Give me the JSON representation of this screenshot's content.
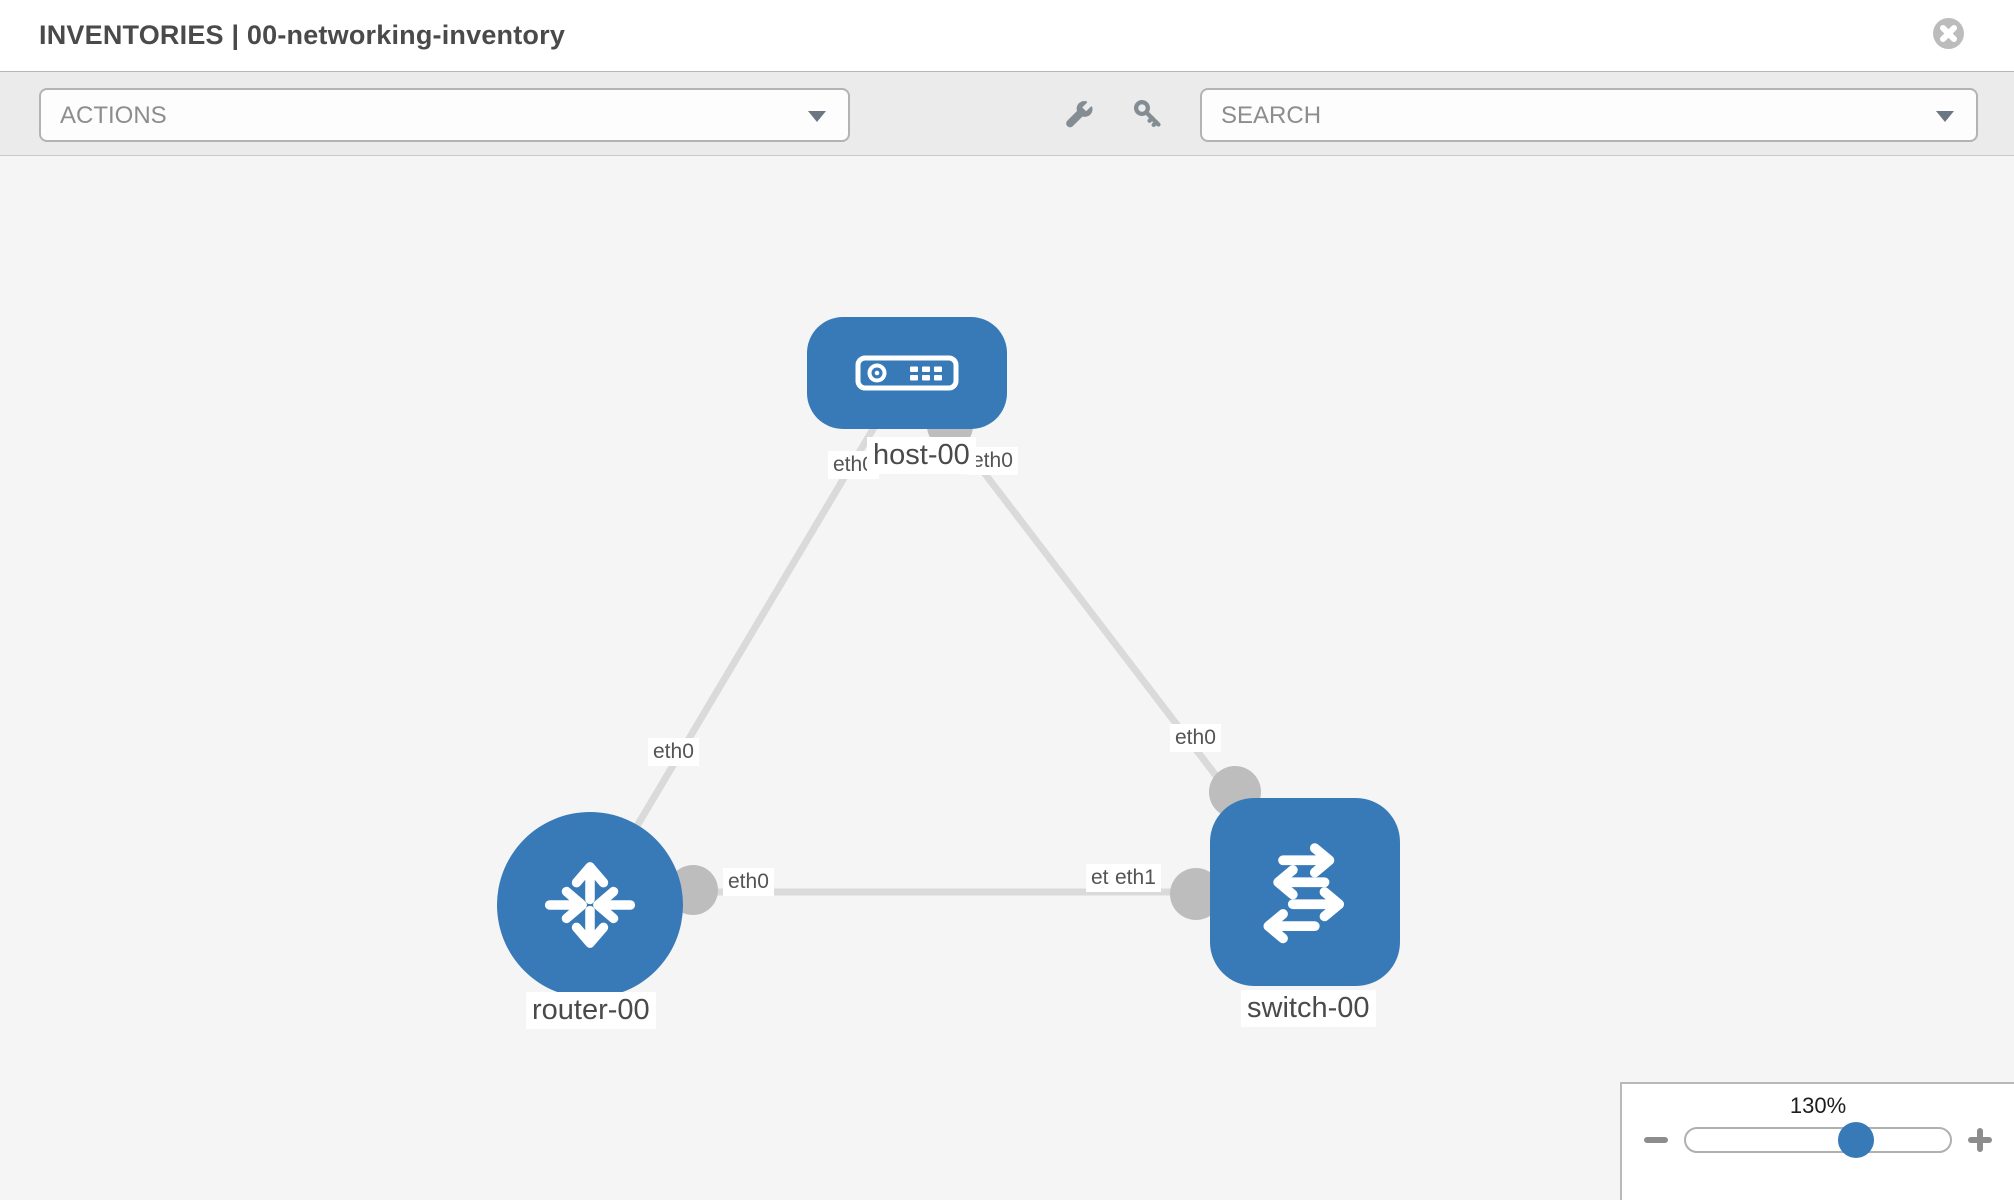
{
  "header": {
    "title": "INVENTORIES | 00-networking-inventory"
  },
  "toolbar": {
    "actions_label": "ACTIONS",
    "search_label": "SEARCH"
  },
  "graph": {
    "nodes": {
      "host": {
        "label": "host-00",
        "type": "host"
      },
      "router": {
        "label": "router-00",
        "type": "router"
      },
      "switch": {
        "label": "switch-00",
        "type": "switch"
      }
    },
    "links": [
      {
        "from": "host-00",
        "to": "router-00",
        "from_interface": "eth0",
        "to_interface": "eth0"
      },
      {
        "from": "host-00",
        "to": "switch-00",
        "from_interface": "eth0",
        "to_interface": "eth0"
      },
      {
        "from": "router-00",
        "to": "switch-00",
        "from_interface": "eth0",
        "to_interface": "eth1"
      }
    ],
    "interface_labels": {
      "host_to_router": "eth0",
      "host_to_switch": "eth0",
      "router_to_host": "eth0",
      "switch_to_host": "eth0",
      "router_to_switch": "eth0",
      "switch_to_router_under": "eth0",
      "switch_to_router": "eth1"
    }
  },
  "zoom_control": {
    "level": "130%"
  },
  "icons": {
    "close": "close-icon",
    "chevron": "chevron-down-icon",
    "wrench": "wrench-icon",
    "key": "key-icon",
    "minus": "minus-icon",
    "plus": "plus-icon"
  },
  "colors": {
    "node_blue": "#377ab7",
    "link_gray": "#dadada",
    "interface_gray": "#bdbdbd",
    "toolbar_bg": "#ebebeb",
    "canvas_bg": "#f5f5f5"
  }
}
